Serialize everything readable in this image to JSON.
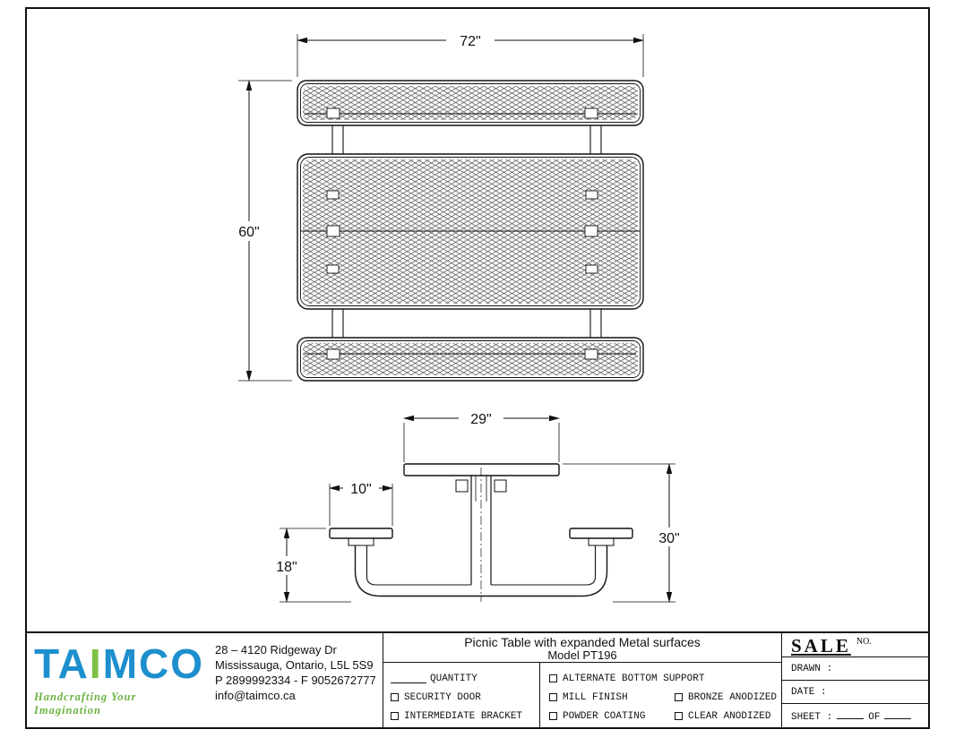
{
  "drawing": {
    "top_view": {
      "width_dim": "72\"",
      "depth_dim": "60\""
    },
    "front_view": {
      "table_width_dim": "29\"",
      "seat_width_dim": "10\"",
      "table_height_dim": "30\"",
      "seat_height_dim": "18\""
    }
  },
  "title_block": {
    "logo": {
      "part1": "TA",
      "accent": "I",
      "part2": "MCO",
      "tagline": "Handcrafting Your Imagination",
      "blue": "#1e8fce",
      "green": "#7dc242"
    },
    "address": {
      "line1": "28 – 4120 Ridgeway Dr",
      "line2": "Mississauga, Ontario, L5L 5S9",
      "line3": "P 2899992334 - F 9052672777",
      "line4": "info@taimco.ca"
    },
    "title": {
      "line1": "Picnic Table with expanded Metal surfaces",
      "line2": "Model PT196"
    },
    "options": {
      "quantity": "QUANTITY",
      "security_door": "SECURITY DOOR",
      "intermediate_bracket": "INTERMEDIATE BRACKET",
      "alternate_bottom_support": "ALTERNATE BOTTOM SUPPORT",
      "mill_finish": "MILL FINISH",
      "powder_coating": "POWDER COATING",
      "bronze_anodized": "BRONZE ANODIZED",
      "clear_anodized": "CLEAR ANODIZED"
    },
    "sale_label": "SALE",
    "sale_no_label": "NO.",
    "drawn_label": "DRAWN :",
    "date_label": "DATE :",
    "sheet_label": "SHEET :",
    "of_label": "OF"
  }
}
